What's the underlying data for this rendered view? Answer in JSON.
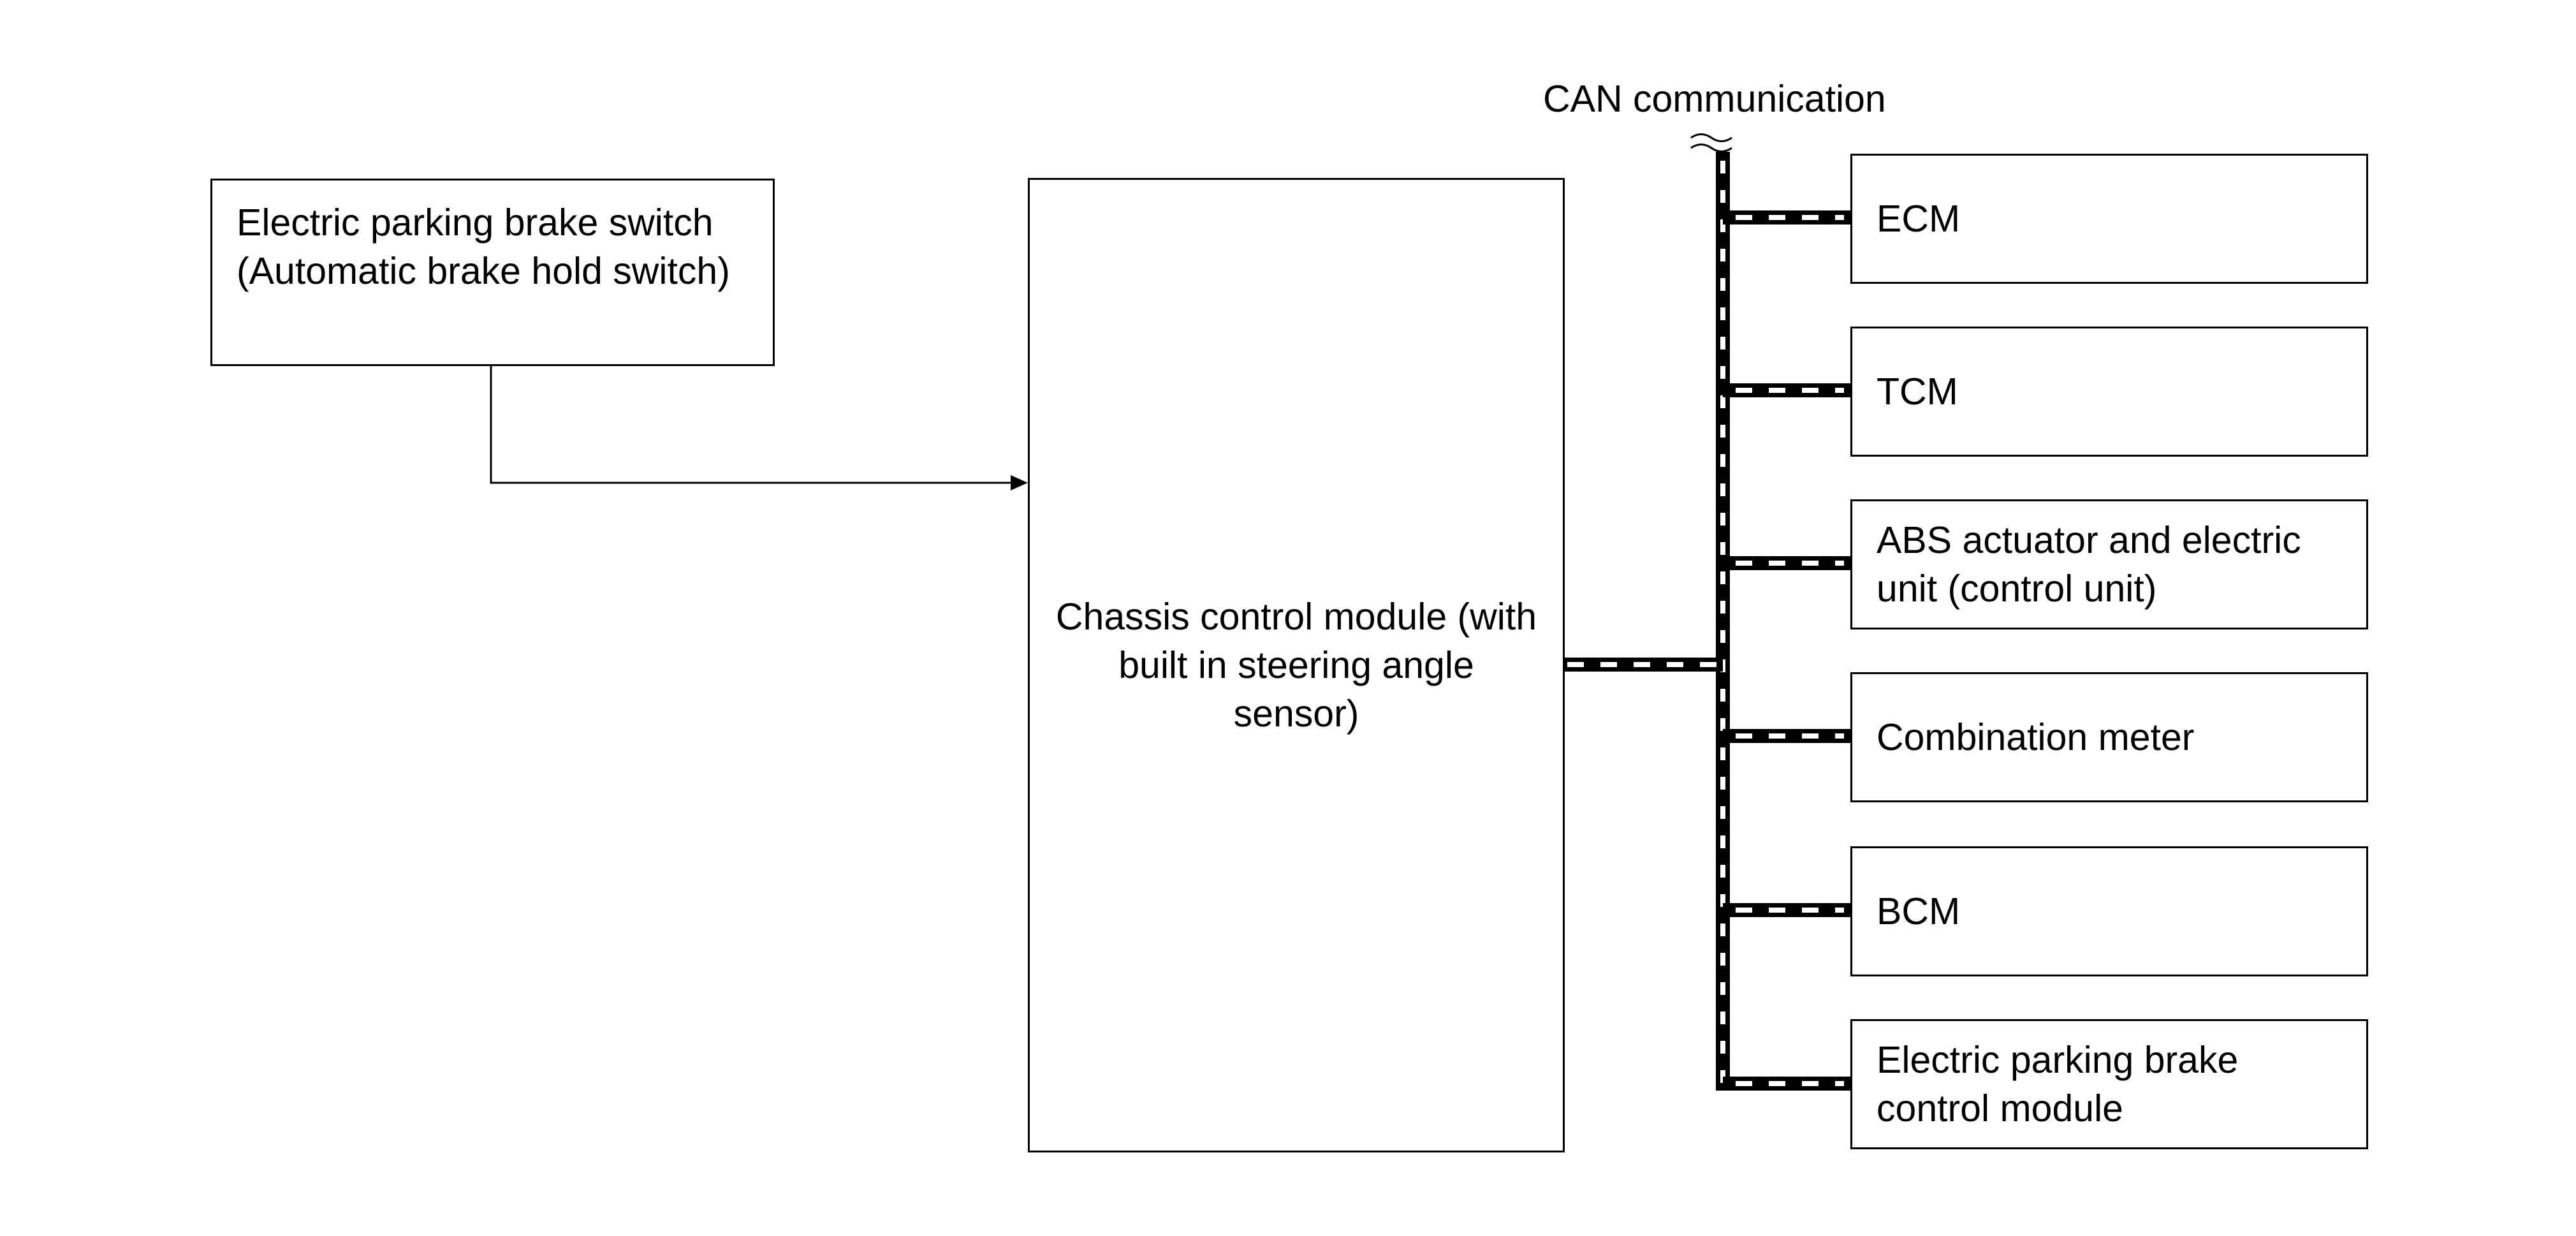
{
  "diagram": {
    "bus_label": "CAN communication",
    "input_switch": {
      "label": "Electric parking brake switch (Automatic brake hold switch)"
    },
    "central_module": {
      "label": "Chassis control module (with built in steering angle sensor)"
    },
    "can_nodes": [
      {
        "label": "ECM"
      },
      {
        "label": "TCM"
      },
      {
        "label": "ABS actuator and electric unit (control unit)"
      },
      {
        "label": "Combination meter"
      },
      {
        "label": "BCM"
      },
      {
        "label": "Electric parking brake control module"
      }
    ]
  },
  "colors": {
    "line": "#000000",
    "background": "#ffffff",
    "bus_dash": "#ffffff"
  }
}
